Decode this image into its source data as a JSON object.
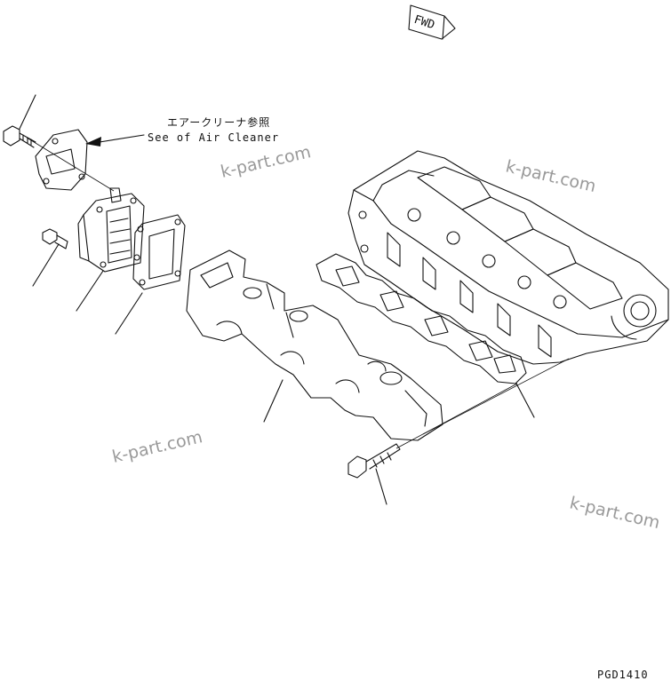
{
  "fwd_label": "FWD",
  "callout": {
    "jp": "エアークリーナ参照",
    "en": "See of Air Cleaner"
  },
  "watermarks": [
    "k-part.com",
    "k-part.com",
    "k-part.com",
    "k-part.com"
  ],
  "drawing_code": "PGD1410"
}
